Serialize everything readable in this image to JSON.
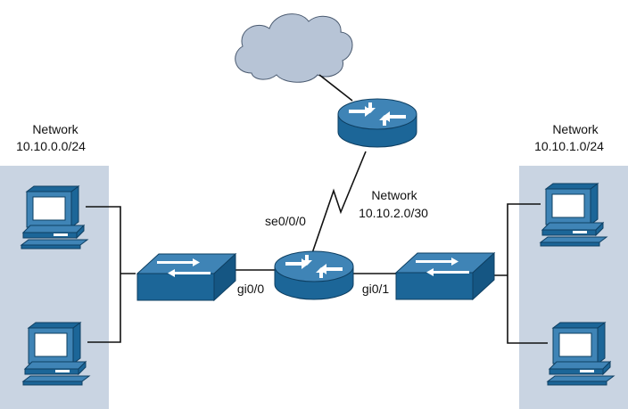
{
  "colors": {
    "device_blue": "#3f84b6",
    "device_dark_blue": "#1c6698",
    "lan_area": "#c9d4e2",
    "cloud": "#b7c4d6"
  },
  "left_network": {
    "label": "Network",
    "subnet": "10.10.0.0/24"
  },
  "right_network": {
    "label": "Network",
    "subnet": "10.10.1.0/24"
  },
  "wan_network": {
    "label": "Network",
    "subnet": "10.10.2.0/30"
  },
  "interfaces": {
    "serial": "se0/0/0",
    "left": "gi0/0",
    "right": "gi0/1"
  },
  "icons": [
    "cloud-icon",
    "router-icon",
    "switch-icon",
    "pc-icon"
  ]
}
